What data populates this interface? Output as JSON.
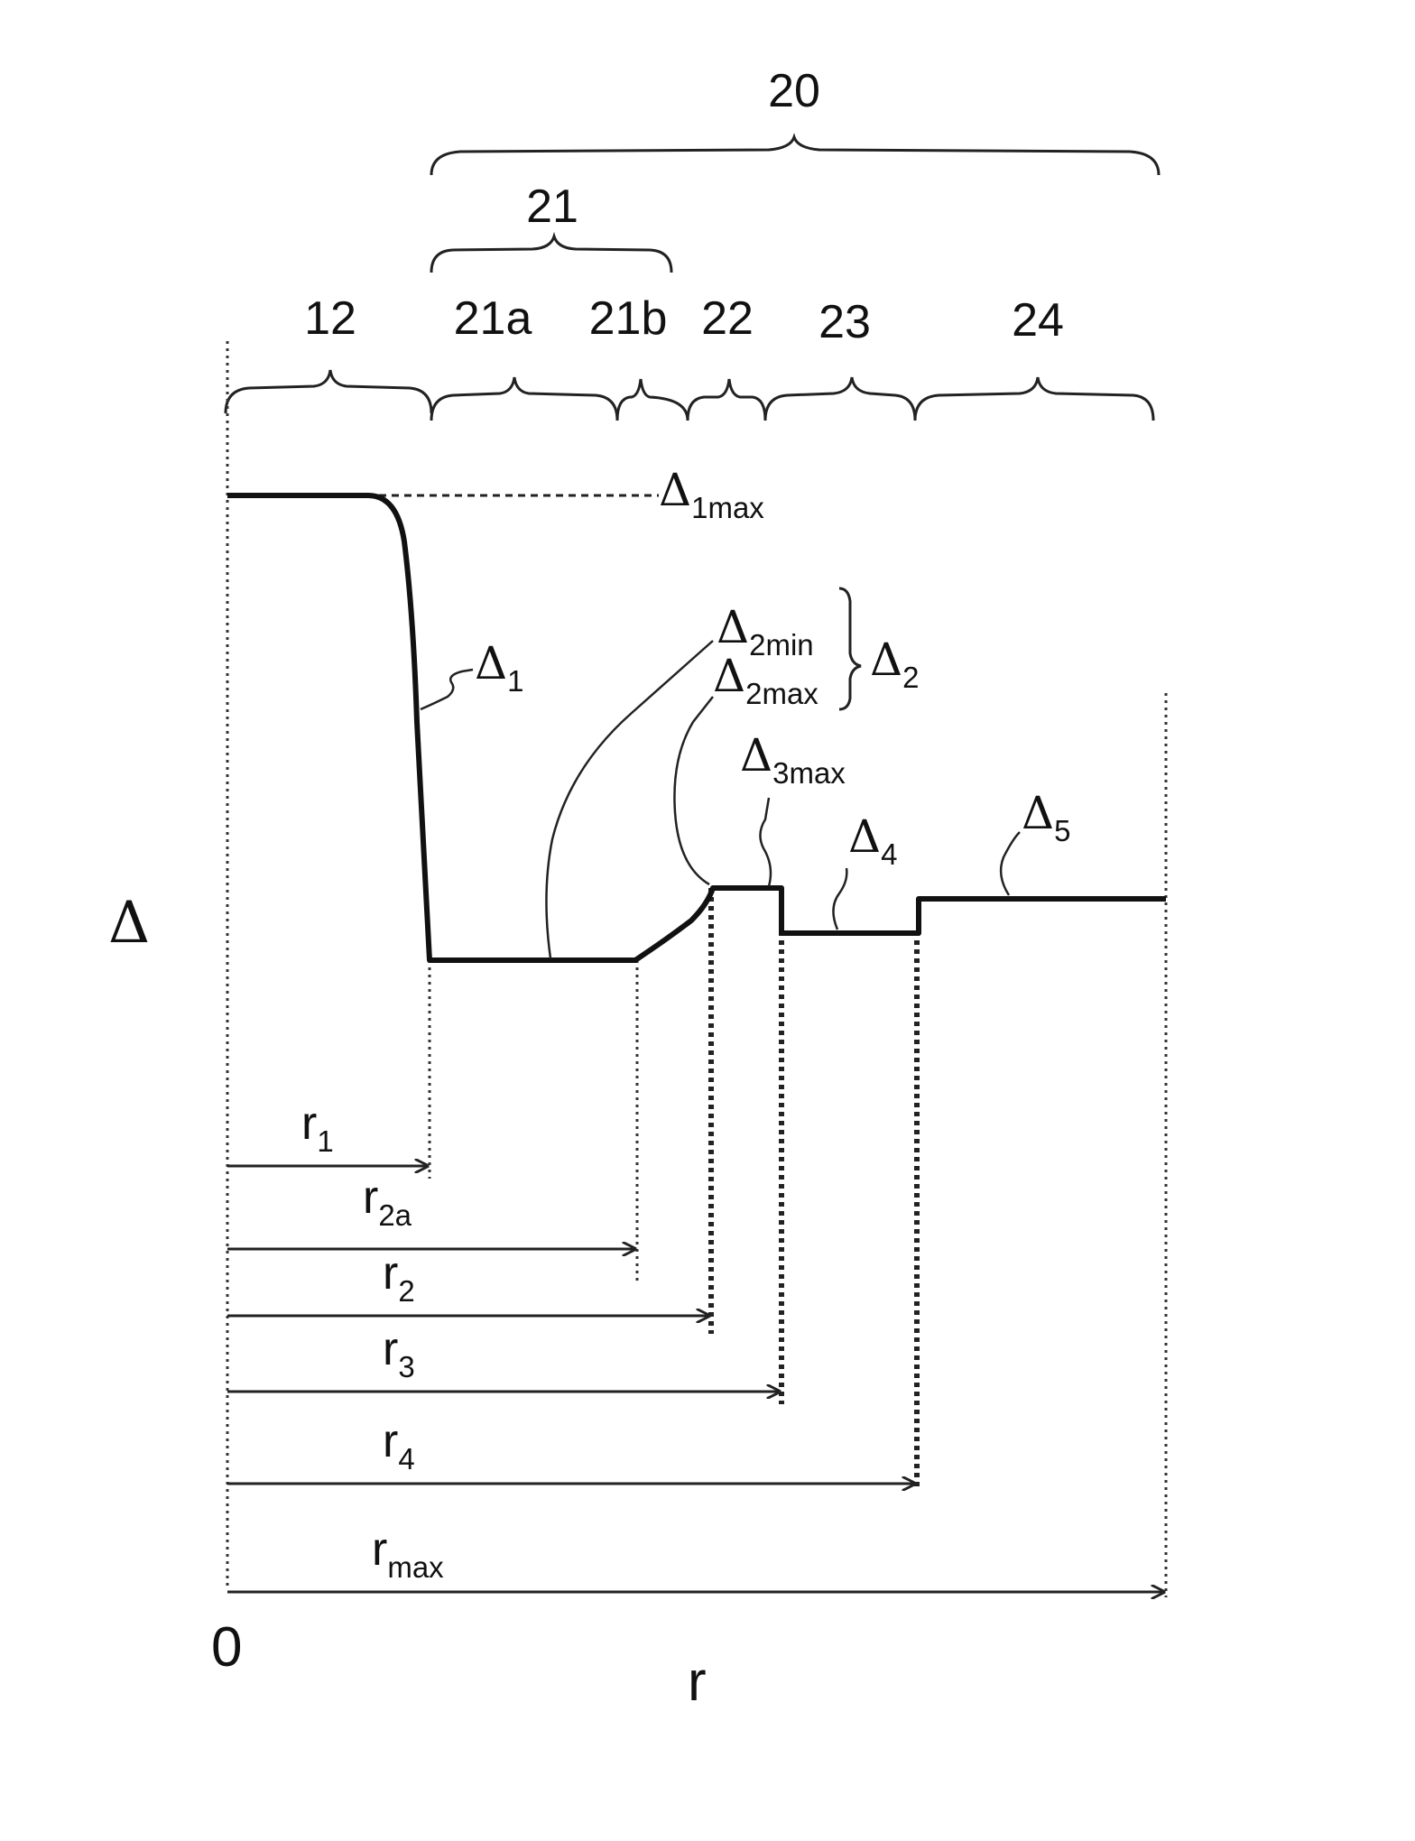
{
  "labels": {
    "group_20": "20",
    "group_21": "21",
    "seg_12": "12",
    "seg_21a": "21a",
    "seg_21b": "21b",
    "seg_22": "22",
    "seg_23": "23",
    "seg_24": "24",
    "axis_y": "Δ",
    "axis_x": "r",
    "origin": "0"
  },
  "deltas": {
    "d1max": {
      "sym": "Δ",
      "sub": "1max"
    },
    "d1": {
      "sym": "Δ",
      "sub": "1"
    },
    "d2min": {
      "sym": "Δ",
      "sub": "2min"
    },
    "d2max": {
      "sym": "Δ",
      "sub": "2max"
    },
    "d2": {
      "sym": "Δ",
      "sub": "2"
    },
    "d3max": {
      "sym": "Δ",
      "sub": "3max"
    },
    "d4": {
      "sym": "Δ",
      "sub": "4"
    },
    "d5": {
      "sym": "Δ",
      "sub": "5"
    }
  },
  "radii": {
    "r1": {
      "sym": "r",
      "sub": "1"
    },
    "r2a": {
      "sym": "r",
      "sub": "2a"
    },
    "r2": {
      "sym": "r",
      "sub": "2"
    },
    "r3": {
      "sym": "r",
      "sub": "3"
    },
    "r4": {
      "sym": "r",
      "sub": "4"
    },
    "rmax": {
      "sym": "r",
      "sub": "max"
    }
  }
}
